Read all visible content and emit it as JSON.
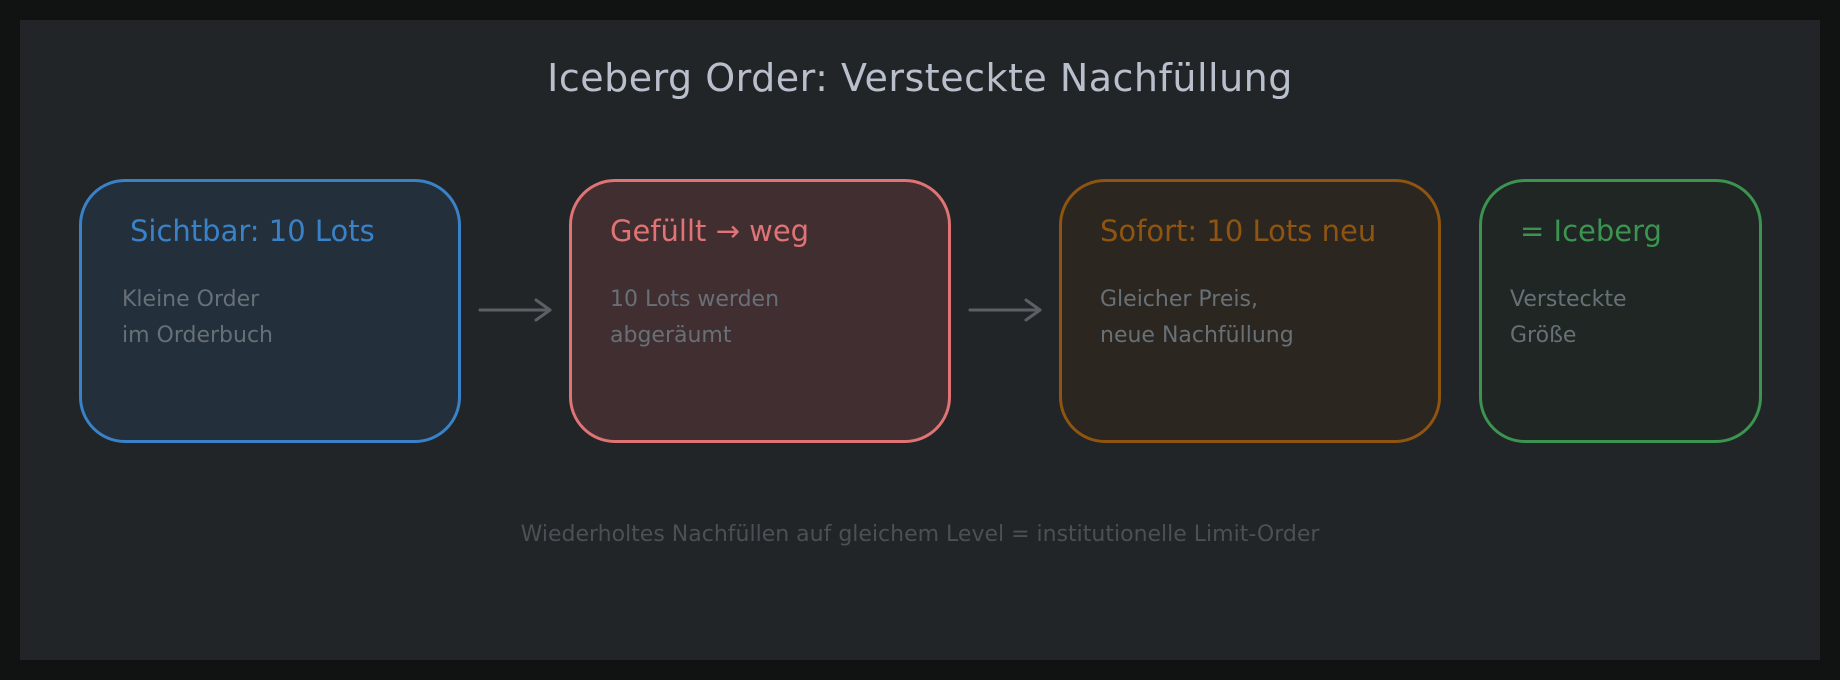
{
  "title": "Iceberg Order: Versteckte Nachfüllung",
  "boxes": [
    {
      "head": "Sichtbar: 10 Lots",
      "body": "Kleine Order\nim Orderbuch",
      "color": "#3a82c8",
      "fill": "#232f3b"
    },
    {
      "head": "Gefüllt → weg",
      "body": "10 Lots werden\nabgeräumt",
      "color": "#e07474",
      "fill": "#412e31"
    },
    {
      "head": "Sofort: 10 Lots neu",
      "body": "Gleicher Preis,\nneue Nachfüllung",
      "color": "#8f5410",
      "fill": "#2c2620"
    },
    {
      "head": "= Iceberg",
      "body": "Versteckte\nGröße",
      "color": "#3b9450",
      "fill": "#1f2623"
    }
  ],
  "arrows": [
    {
      "from": 0,
      "to": 1
    },
    {
      "from": 1,
      "to": 2
    }
  ],
  "footer": "Wiederholtes Nachfüllen auf gleichem Level = institutionelle Limit-Order"
}
